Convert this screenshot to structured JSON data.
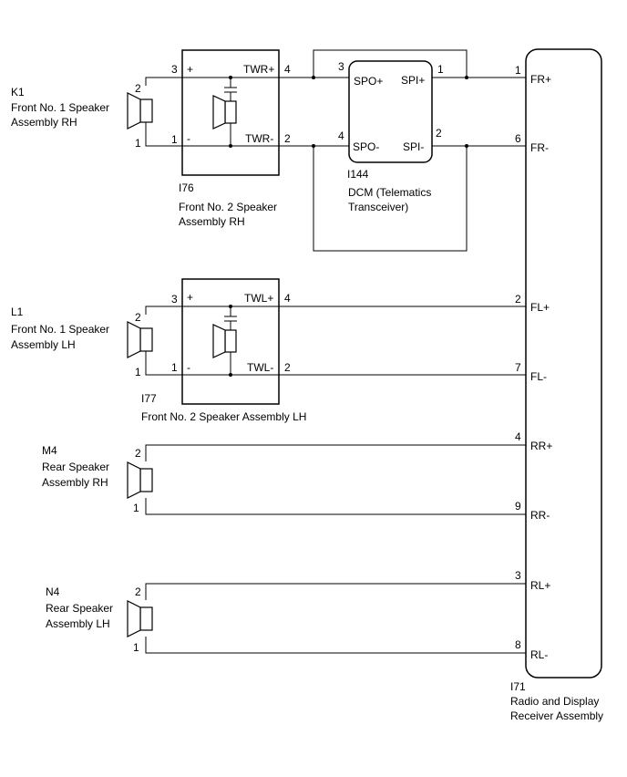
{
  "components": {
    "k1": {
      "code": "K1",
      "name_line1": "Front No. 1 Speaker",
      "name_line2": "Assembly RH",
      "pin_plus": "2",
      "pin_minus": "1"
    },
    "i76": {
      "code": "I76",
      "name_line1": "Front No. 2 Speaker",
      "name_line2": "Assembly RH",
      "pin_in_plus": "3",
      "pin_in_minus": "1",
      "sign_plus": "+",
      "sign_minus": "-",
      "out_plus_label": "TWR+",
      "out_minus_label": "TWR-",
      "pin_out_plus": "4",
      "pin_out_minus": "2"
    },
    "i144": {
      "code": "I144",
      "name_line1": "DCM (Telematics",
      "name_line2": "Transceiver)",
      "spo_plus": "SPO+",
      "spo_minus": "SPO-",
      "spi_plus": "SPI+",
      "spi_minus": "SPI-",
      "pin_spo_plus": "3",
      "pin_spo_minus": "4",
      "pin_spi_plus": "1",
      "pin_spi_minus": "2"
    },
    "l1": {
      "code": "L1",
      "name_line1": "Front No. 1 Speaker",
      "name_line2": "Assembly LH",
      "pin_plus": "2",
      "pin_minus": "1"
    },
    "i77": {
      "code": "I77",
      "name_line1": "Front No. 2 Speaker Assembly LH",
      "pin_in_plus": "3",
      "pin_in_minus": "1",
      "sign_plus": "+",
      "sign_minus": "-",
      "out_plus_label": "TWL+",
      "out_minus_label": "TWL-",
      "pin_out_plus": "4",
      "pin_out_minus": "2"
    },
    "m4": {
      "code": "M4",
      "name_line1": "Rear Speaker",
      "name_line2": "Assembly RH",
      "pin_plus": "2",
      "pin_minus": "1"
    },
    "n4": {
      "code": "N4",
      "name_line1": "Rear Speaker",
      "name_line2": "Assembly LH",
      "pin_plus": "2",
      "pin_minus": "1"
    },
    "i71": {
      "code": "I71",
      "name_line1": "Radio and Display",
      "name_line2": "Receiver Assembly",
      "terminals": [
        {
          "pin": "1",
          "label": "FR+"
        },
        {
          "pin": "6",
          "label": "FR-"
        },
        {
          "pin": "2",
          "label": "FL+"
        },
        {
          "pin": "7",
          "label": "FL-"
        },
        {
          "pin": "4",
          "label": "RR+"
        },
        {
          "pin": "9",
          "label": "RR-"
        },
        {
          "pin": "3",
          "label": "RL+"
        },
        {
          "pin": "8",
          "label": "RL-"
        }
      ]
    }
  }
}
